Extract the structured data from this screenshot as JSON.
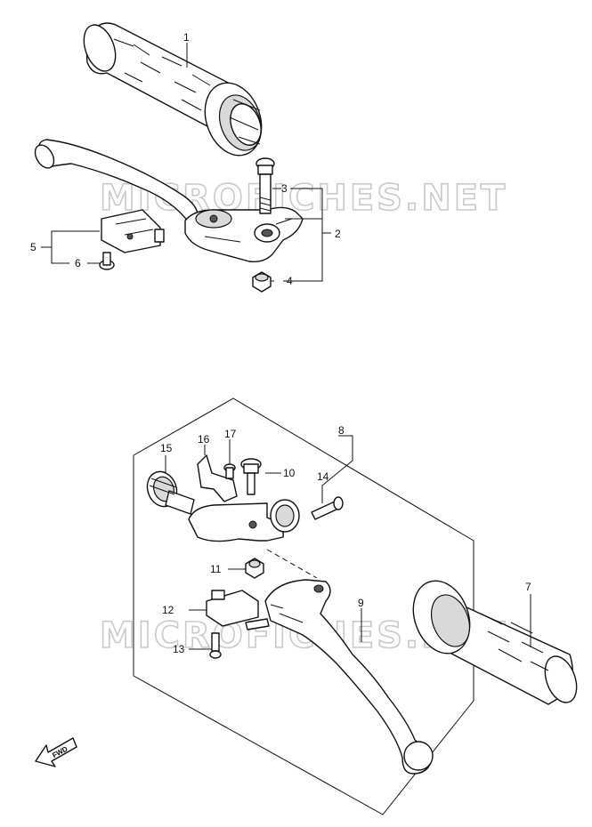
{
  "watermark": "MICROFICHES.NET",
  "callouts": {
    "c1": "1",
    "c2": "2",
    "c3": "3",
    "c4": "4",
    "c5": "5",
    "c6": "6",
    "c7": "7",
    "c8": "8",
    "c9": "9",
    "c10": "10",
    "c11": "11",
    "c12": "12",
    "c13": "13",
    "c14": "14",
    "c15": "15",
    "c16": "16",
    "c17": "17"
  },
  "fwd_label": "FWD"
}
